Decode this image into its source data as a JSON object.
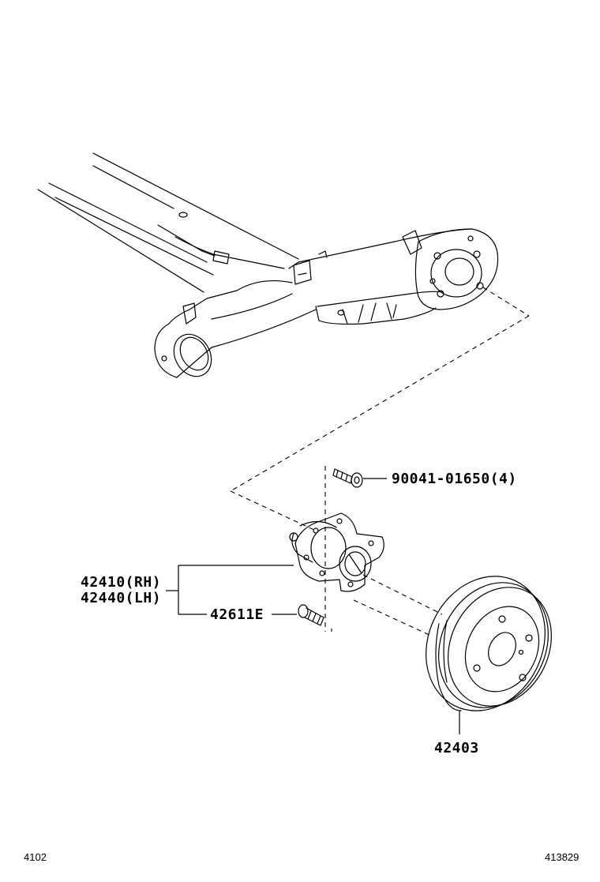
{
  "parts": {
    "bolt_hub": "90041-01650(4)",
    "hub_rh": "42410(RH)",
    "hub_lh": "42440(LH)",
    "hub_bolt": "42611E",
    "brake_drum": "42403"
  },
  "footer": {
    "left_code": "4102",
    "right_code": "413829"
  }
}
